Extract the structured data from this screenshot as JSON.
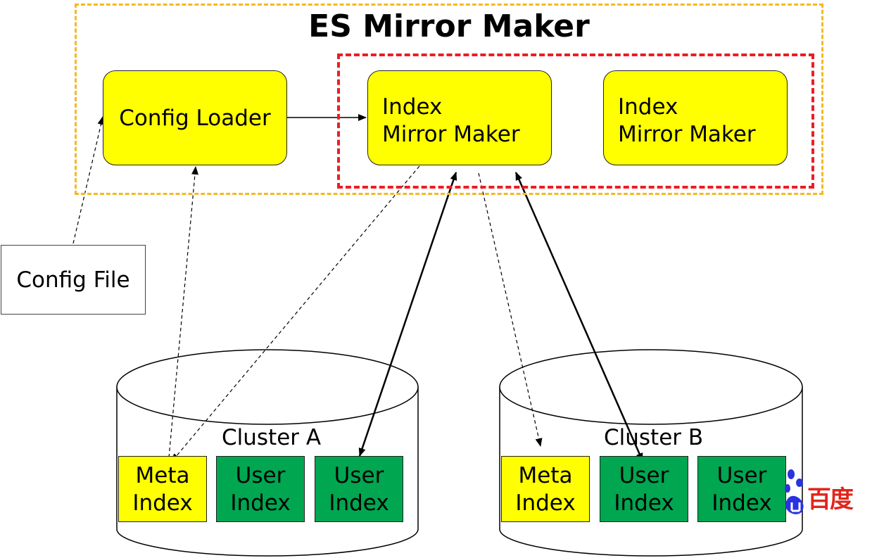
{
  "title": "ES Mirror Maker",
  "config_loader": {
    "label": "Config Loader"
  },
  "index_mirror_makers": [
    {
      "line1": "Index",
      "line2": "Mirror Maker"
    },
    {
      "line1": "Index",
      "line2": "Mirror Maker"
    }
  ],
  "config_file": {
    "label": "Config File"
  },
  "clusters": [
    {
      "name": "Cluster A",
      "indices": [
        {
          "line1": "Meta",
          "line2": "Index",
          "type": "meta"
        },
        {
          "line1": "User",
          "line2": "Index",
          "type": "user"
        },
        {
          "line1": "User",
          "line2": "Index",
          "type": "user"
        }
      ]
    },
    {
      "name": "Cluster B",
      "indices": [
        {
          "line1": "Meta",
          "line2": "Index",
          "type": "meta"
        },
        {
          "line1": "User",
          "line2": "Index",
          "type": "user"
        },
        {
          "line1": "User",
          "line2": "Index",
          "type": "user"
        }
      ]
    }
  ],
  "logo": {
    "text": "百度"
  },
  "colors": {
    "outer_frame": "#f5b921",
    "inner_frame": "#ee1c24",
    "component_fill": "#ffff00",
    "user_index_fill": "#00a650",
    "logo_red": "#e1251b",
    "logo_blue": "#2932e1"
  }
}
